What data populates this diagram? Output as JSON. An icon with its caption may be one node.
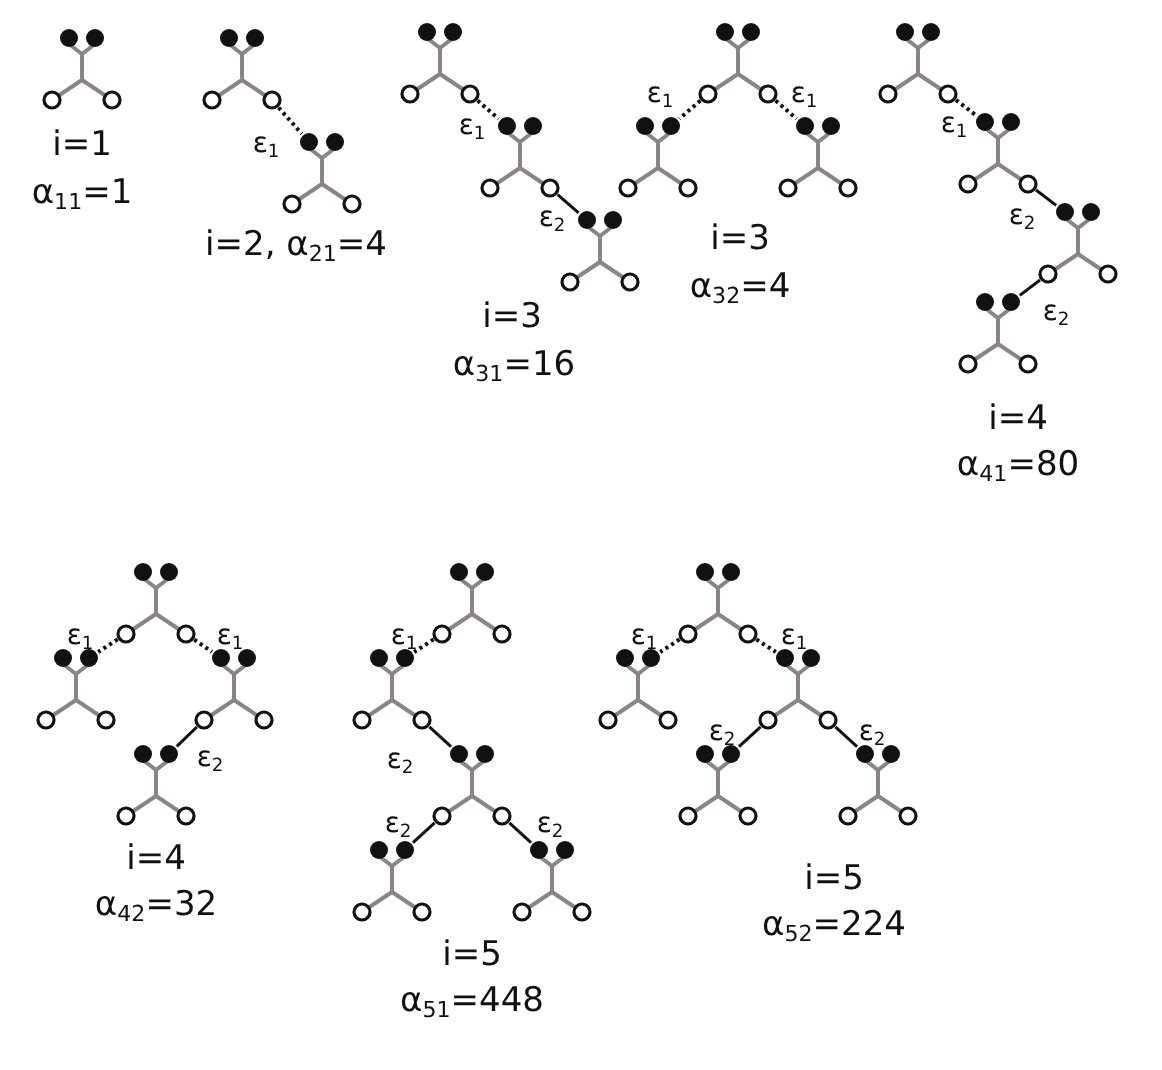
{
  "diagram": {
    "nodes": [
      {
        "text": [],
        "shape": "junction"
      },
      {
        "text": [],
        "shape": "junction"
      },
      {
        "text": [],
        "shape": "junction"
      },
      {
        "text": [],
        "shape": "junction"
      },
      {
        "text": [],
        "shape": "junction"
      },
      {
        "text": [],
        "shape": "junction"
      },
      {
        "text": [],
        "shape": "junction"
      },
      {
        "text": [],
        "shape": "junction"
      },
      {
        "text": [],
        "shape": "junction"
      },
      {
        "text": [],
        "shape": "junction"
      },
      {
        "text": [],
        "shape": "junction"
      },
      {
        "text": [],
        "shape": "junction"
      },
      {
        "text": [],
        "shape": "junction"
      },
      {
        "text": [],
        "shape": "junction"
      },
      {
        "text": [],
        "shape": "junction"
      },
      {
        "text": [],
        "shape": "junction"
      },
      {
        "text": [],
        "shape": "junction"
      },
      {
        "text": [],
        "shape": "junction"
      },
      {
        "text": [],
        "shape": "junction"
      },
      {
        "text": [],
        "shape": "junction"
      },
      {
        "text": [],
        "shape": "junction"
      },
      {
        "text": [],
        "shape": "junction"
      },
      {
        "text": [],
        "shape": "junction"
      },
      {
        "text": [],
        "shape": "junction"
      },
      {
        "text": [],
        "shape": "junction"
      },
      {
        "text": [],
        "shape": "junction"
      },
      {
        "text": [],
        "shape": "junction"
      }
    ],
    "edges": [
      {
        "from": 1,
        "to": 2,
        "arrow": "none",
        "label": "ε$_{1}$",
        "style": "dashed"
      },
      {
        "from": 3,
        "to": 4,
        "arrow": "none",
        "label": "ε$_{1}$",
        "style": "dashed"
      },
      {
        "from": 4,
        "to": 5,
        "arrow": "none",
        "label": "ε$_{2}$"
      },
      {
        "from": 6,
        "to": 7,
        "arrow": "none",
        "label": "ε$_{1}$",
        "style": "dashed"
      },
      {
        "from": 6,
        "to": 8,
        "arrow": "none",
        "label": "ε$_{1}$",
        "style": "dashed"
      },
      {
        "from": 9,
        "to": 10,
        "arrow": "none",
        "label": "ε$_{1}$",
        "style": "dashed"
      },
      {
        "from": 10,
        "to": 11,
        "arrow": "none",
        "label": "ε$_{2}$"
      },
      {
        "from": 11,
        "to": 12,
        "arrow": "none",
        "label": "ε$_{2}$"
      },
      {
        "from": 13,
        "to": 14,
        "arrow": "none",
        "label": "ε$_{1}$",
        "style": "dashed"
      },
      {
        "from": 13,
        "to": 15,
        "arrow": "none",
        "label": "ε$_{1}$",
        "style": "dashed"
      },
      {
        "from": 15,
        "to": 16,
        "arrow": "none",
        "label": "ε$_{2}$"
      },
      {
        "from": 17,
        "to": 18,
        "arrow": "none",
        "label": "ε$_{1}$",
        "style": "dashed"
      },
      {
        "from": 18,
        "to": 19,
        "arrow": "none",
        "label": "ε$_{2}$"
      },
      {
        "from": 19,
        "to": 20,
        "arrow": "none",
        "label": "ε$_{2}$"
      },
      {
        "from": 19,
        "to": 21,
        "arrow": "none",
        "label": "ε$_{2}$"
      },
      {
        "from": 22,
        "to": 23,
        "arrow": "none",
        "label": "ε$_{1}$",
        "style": "dashed"
      },
      {
        "from": 22,
        "to": 24,
        "arrow": "none",
        "label": "ε$_{1}$",
        "style": "dashed"
      },
      {
        "from": 24,
        "to": 25,
        "arrow": "none",
        "label": "ε$_{2}$"
      },
      {
        "from": 24,
        "to": 26,
        "arrow": "none",
        "label": "ε$_{2}$"
      }
    ],
    "labels": [
      "i=1",
      "α$_{11}$=1",
      "i=2, α$_{21}$=4",
      "i=3",
      "α$_{31}$=16",
      "i=3",
      "α$_{32}$=4",
      "i=4",
      "α$_{41}$=80",
      "i=4",
      "α$_{42}$=32",
      "i=5",
      "α$_{51}$=448",
      "i=5",
      "α$_{52}$=224"
    ]
  }
}
